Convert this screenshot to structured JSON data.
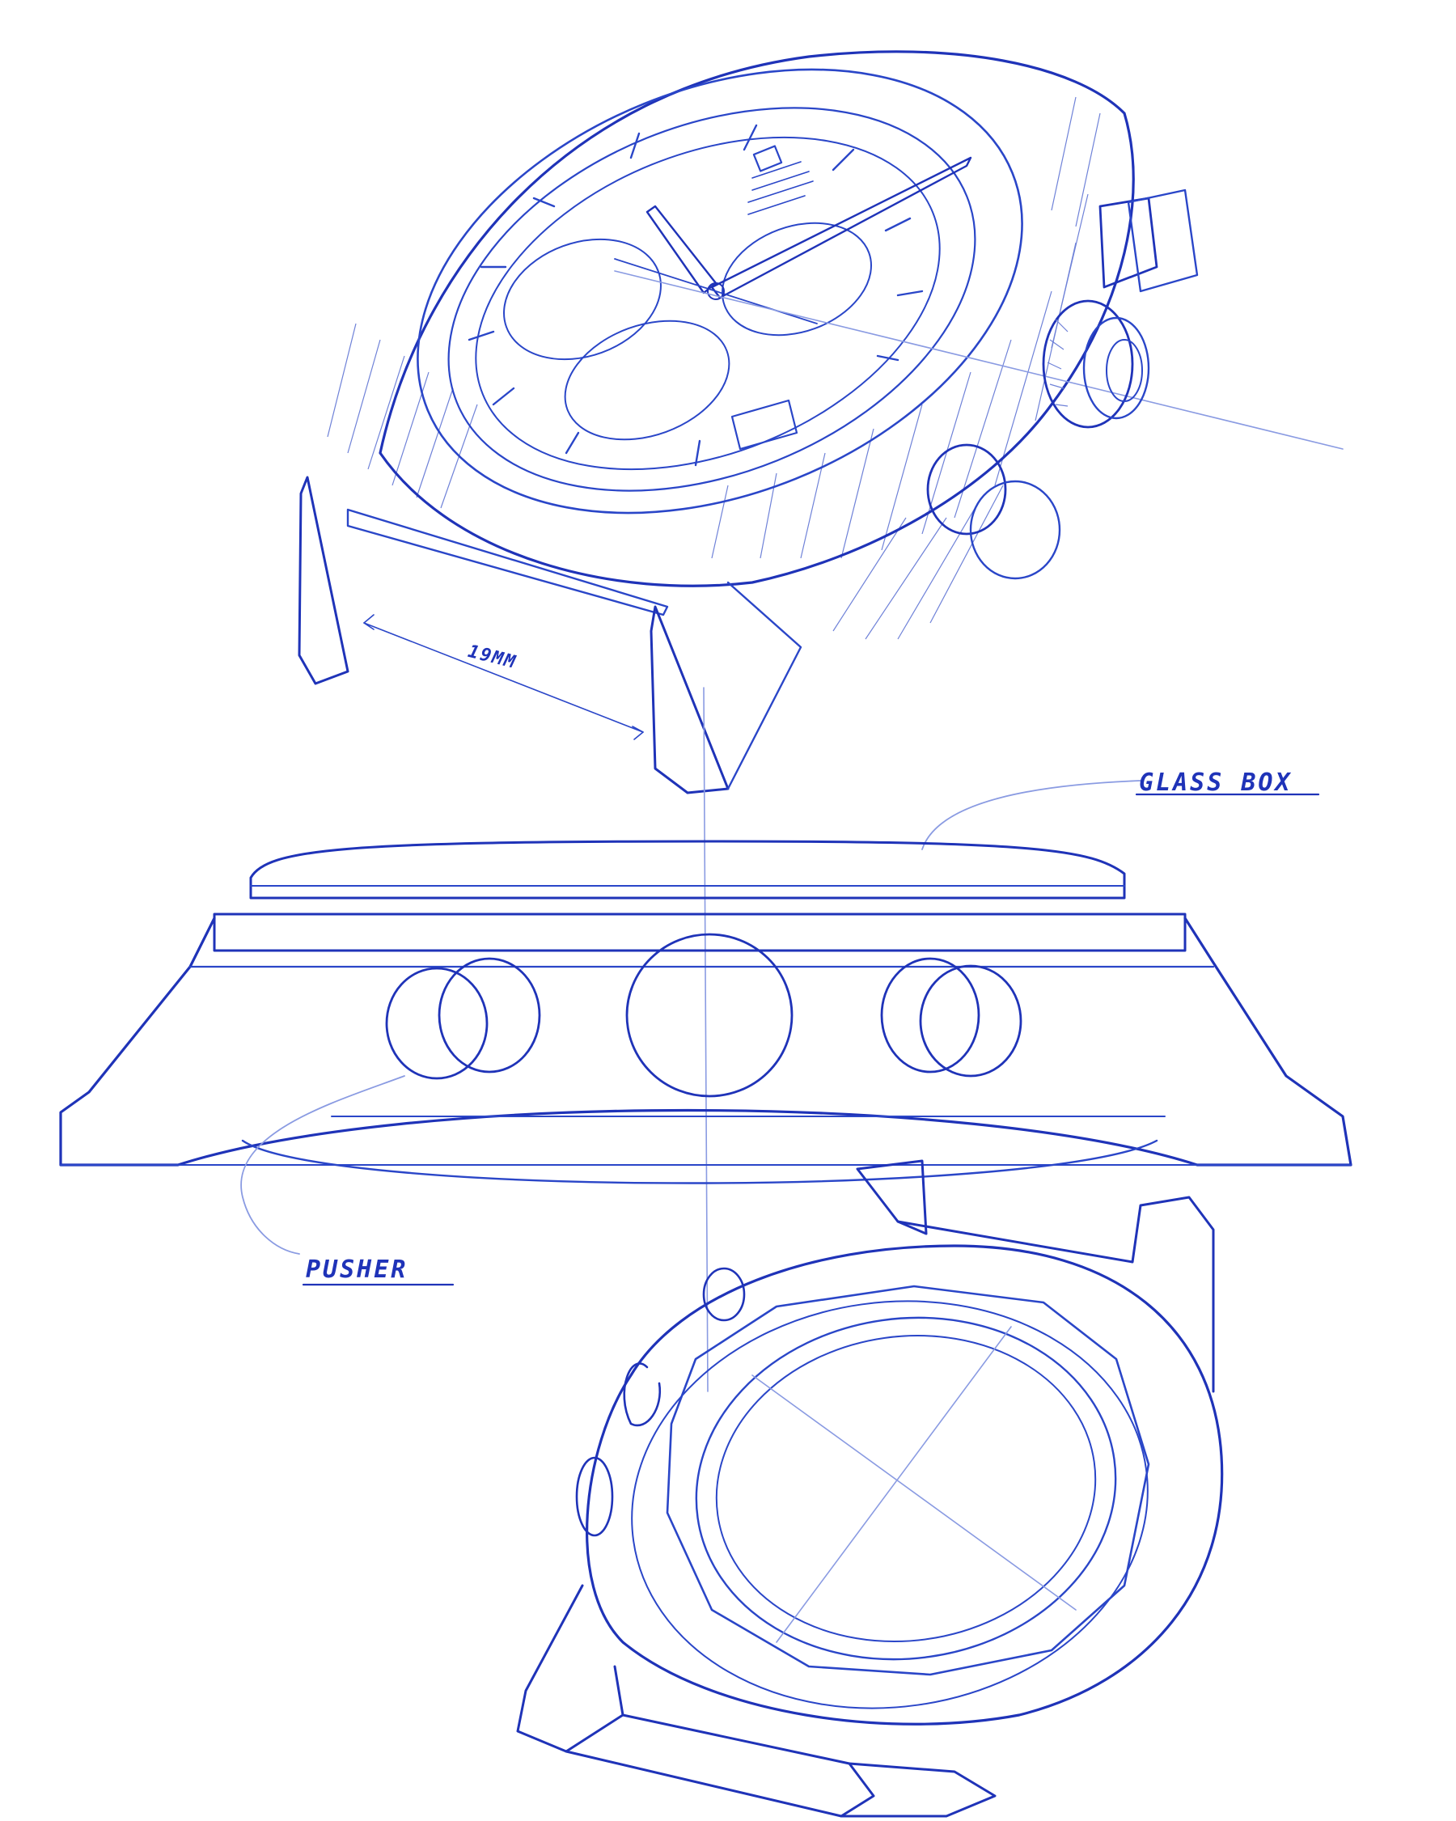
{
  "labels": {
    "glass_box": "GLASS BOX",
    "pusher": "PUSHER",
    "lug_width": "19MM"
  },
  "colors": {
    "ink": "#2a46c8",
    "ink_dark": "#1f33b8",
    "ink_light": "#8a9be2",
    "paper": "#ffffff"
  }
}
